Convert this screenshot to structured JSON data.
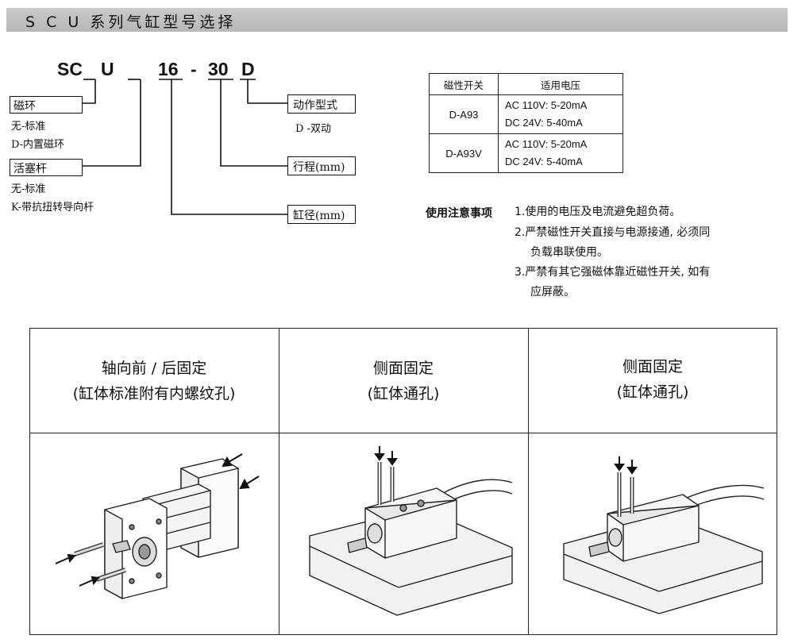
{
  "title": "S C U 系列气缸型号选择",
  "model_code": {
    "sc": "SC",
    "u": "U",
    "bore_value": "16",
    "dash": "-",
    "stroke_value": "30",
    "action_code": "D"
  },
  "options": {
    "magnet": {
      "label": "磁环",
      "options": [
        "无-标准",
        "D-内置磁环"
      ]
    },
    "rod": {
      "label": "活塞杆",
      "options": [
        "无-标准",
        "K-带抗扭转导向杆"
      ]
    },
    "action": {
      "label": "动作型式",
      "options": [
        "D -双动"
      ]
    },
    "stroke": {
      "label": "行程(mm)"
    },
    "bore": {
      "label": "缸径(mm)"
    }
  },
  "switch_table": {
    "headers": [
      "磁性开关",
      "适用电压"
    ],
    "rows": [
      {
        "name": "D-A93",
        "voltages": [
          "AC 110V: 5-20mA",
          "DC 24V: 5-40mA"
        ]
      },
      {
        "name": "D-A93V",
        "voltages": [
          "AC 110V: 5-20mA",
          "DC 24V: 5-40mA"
        ]
      }
    ]
  },
  "notes": {
    "heading": "使用注意事项",
    "items": [
      "1.使用的电压及电流避免超负荷。",
      "2.严禁磁性开关直接与电源接通, 必须同",
      "负载串联使用。",
      "3.严禁有其它强磁体靠近磁性开关, 如有",
      "应屏蔽。"
    ]
  },
  "mounting": [
    {
      "title": "轴向前 / 后固定",
      "subtitle": "(缸体标准附有内螺纹孔)"
    },
    {
      "title": "侧面固定",
      "subtitle": "(缸体通孔)"
    },
    {
      "title": "侧面固定",
      "subtitle": "(缸体通孔)"
    }
  ]
}
